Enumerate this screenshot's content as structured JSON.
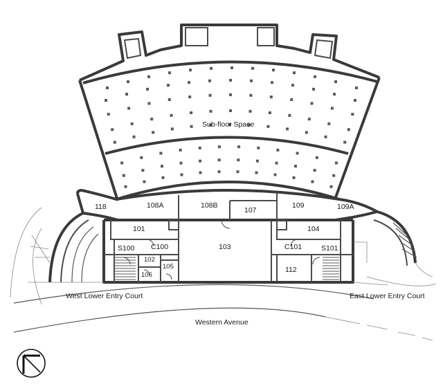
{
  "zones": {
    "subfloor": "Sub-floor Space"
  },
  "rooms": {
    "r118": "118",
    "r108a": "108A",
    "r108b": "108B",
    "r107": "107",
    "r109": "109",
    "r109a": "109A",
    "r101": "101",
    "r104": "104",
    "s100": "S100",
    "c100": "C100",
    "r103": "103",
    "c101": "C101",
    "s101": "S101",
    "r102": "102",
    "r105": "105",
    "r106": "106",
    "r112": "112"
  },
  "outdoor": {
    "west_court": "West Lower Entry Court",
    "east_court": "East Lower Entry Court",
    "street": "Western Avenue"
  },
  "north_icon": "north-arrow-icon"
}
